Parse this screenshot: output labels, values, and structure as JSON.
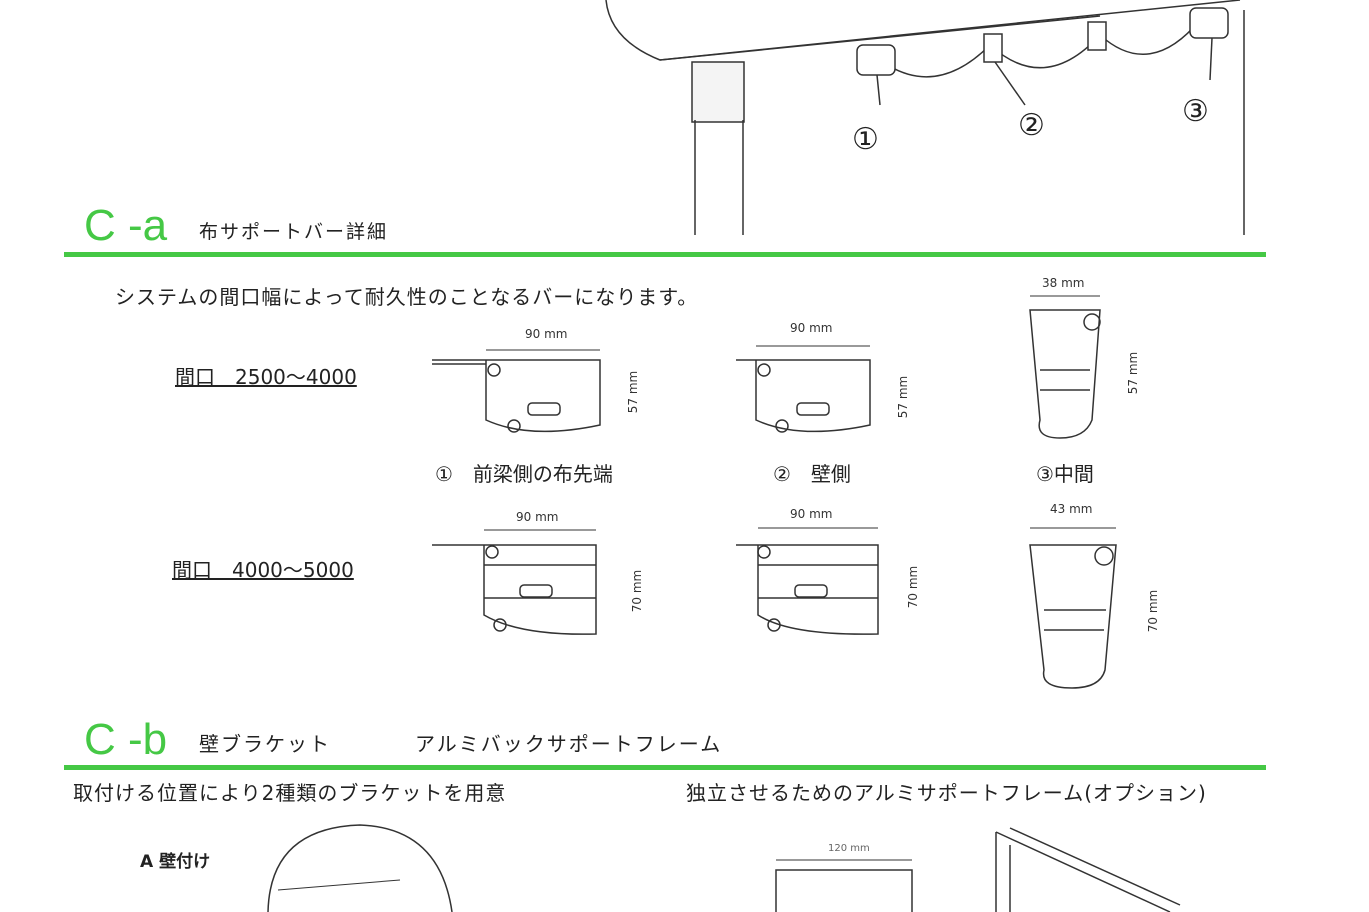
{
  "top_drawing": {
    "markers": [
      "①",
      "②",
      "③"
    ]
  },
  "section_a": {
    "code": "C -a",
    "title": "布サポートバー詳細",
    "description": "システムの間口幅によって耐久性のことなるバーになります。",
    "rows": [
      {
        "label": "間口　2500～4000",
        "dims": {
          "bar1_w": "90 mm",
          "bar1_h": "57 mm",
          "bar2_w": "90 mm",
          "bar2_h": "57 mm",
          "bar3_w": "38 mm",
          "bar3_h": "57 mm"
        }
      },
      {
        "label": "間口　4000～5000",
        "dims": {
          "bar1_w": "90 mm",
          "bar1_h": "70 mm",
          "bar2_w": "90 mm",
          "bar2_h": "70 mm",
          "bar3_w": "43 mm",
          "bar3_h": "70 mm"
        }
      }
    ],
    "captions": [
      "①　前梁側の布先端",
      "②　壁側",
      "③中間"
    ]
  },
  "section_b": {
    "code": "C -b",
    "title": "壁ブラケット",
    "title2": "アルミバックサポートフレーム",
    "left_text": "取付ける位置により2種類のブラケットを用意",
    "right_text": "独立させるためのアルミサポートフレーム(オプション)",
    "bracket_a": "A  壁付け",
    "frame_dim": "120 mm"
  }
}
